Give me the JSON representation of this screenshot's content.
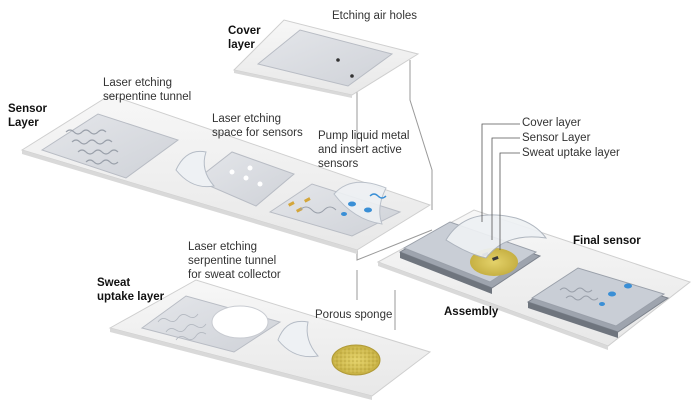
{
  "labels": {
    "cover_layer": "Cover\nlayer",
    "etching_air_holes": "Etching air holes",
    "sensor_layer": "Sensor\nLayer",
    "laser_serpentine": "Laser etching\nserpentine tunnel",
    "laser_space": "Laser etching\nspace for sensors",
    "pump_liquid": "Pump liquid metal\nand insert active\nsensors",
    "sweat_uptake_layer": "Sweat\nuptake layer",
    "laser_sweat": "Laser etching\nserpentine tunnel\nfor sweat collector",
    "porous_sponge": "Porous sponge",
    "assembly": "Assembly",
    "final_sensor": "Final sensor",
    "callout_cover": "Cover layer",
    "callout_sensor": "Sensor Layer",
    "callout_sweat": "Sweat uptake layer"
  },
  "colors": {
    "platform": "#f2f2f2",
    "platform_edge": "#c9c9c9",
    "sponge": "#d8c65a",
    "sensor_blue": "#3a8fd6",
    "gold": "#d4a63a"
  }
}
